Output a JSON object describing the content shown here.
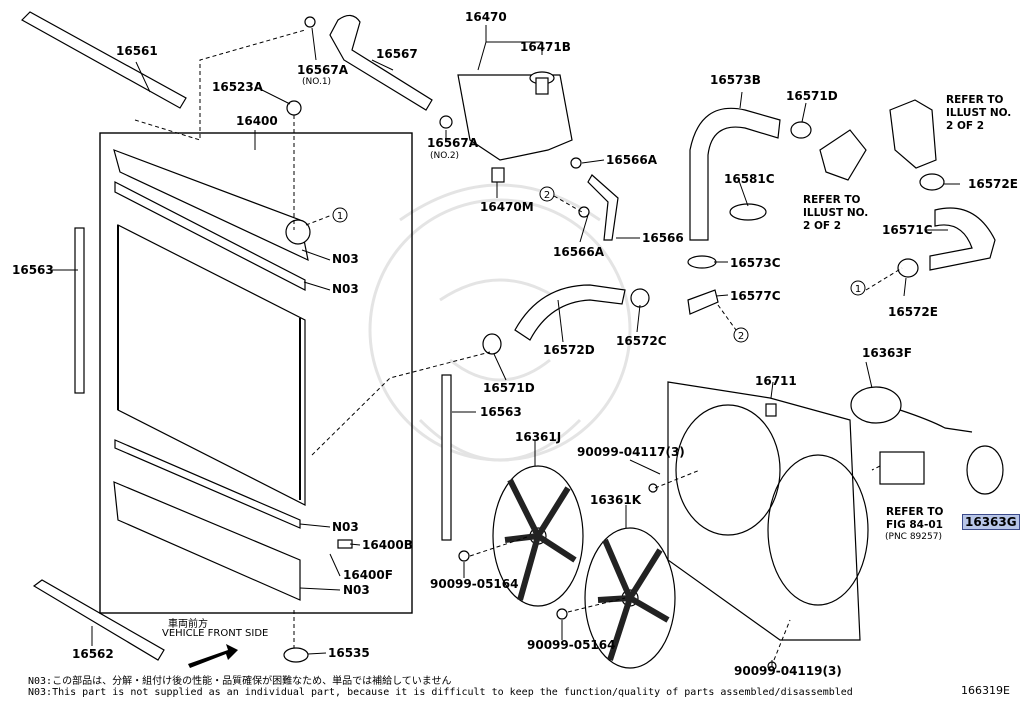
{
  "labels": {
    "p16561": "16561",
    "p16523A": "16523A",
    "p16567A_1": "16567A",
    "no1": "(NO.1)",
    "p16567": "16567",
    "p16470": "16470",
    "p16471B": "16471B",
    "p16573B": "16573B",
    "p16571D_top": "16571D",
    "p16400": "16400",
    "p16567A_2": "16567A",
    "no2": "(NO.2)",
    "p16566A_top": "16566A",
    "p16470M": "16470M",
    "p16581C": "16581C",
    "p16572E_top": "16572E",
    "p16563_left": "16563",
    "n03_1": "N03",
    "n03_2": "N03",
    "p16566A_bot": "16566A",
    "p16566": "16566",
    "p16573C": "16573C",
    "p16571C": "16571C",
    "p16577C": "16577C",
    "p16572E_bot": "16572E",
    "p16572D": "16572D",
    "p16572C": "16572C",
    "p16571D_bot": "16571D",
    "p16363F": "16363F",
    "p16711": "16711",
    "p16563_mid": "16563",
    "p16361J": "16361J",
    "p90099_04117": "90099-04117(3)",
    "p16361K": "16361K",
    "n03_3": "N03",
    "p16400B": "16400B",
    "p16400F": "16400F",
    "n03_4": "N03",
    "p90099_05164_a": "90099-05164",
    "p90099_05164_b": "90099-05164",
    "p16562": "16562",
    "p16535": "16535",
    "p90099_04119": "90099-04119(3)",
    "p16363G": "16363G",
    "pnc": "(PNC 89257)"
  },
  "notes": {
    "refer_top_right": "REFER TO\nILLUST NO.\n2 OF 2",
    "refer_mid": "REFER TO\nILLUST NO.\n2 OF 2",
    "refer_fig": "REFER TO\nFIG 84-01"
  },
  "callouts": {
    "c1": "1",
    "c2": "2"
  },
  "vehicle_front": {
    "jp": "車両前方",
    "en": "VEHICLE FRONT SIDE"
  },
  "footer": {
    "line1": "N03:この部品は、分解・組付け後の性能・品質確保が困難なため、単品では補給していません",
    "line2": "N03:This part is not supplied as an individual part, because it is difficult to keep the function/quality of parts assembled/disassembled"
  },
  "illustration_id": "166319E",
  "colors": {
    "ink": "#000000",
    "highlight": "#b8c6e8",
    "watermark": "#e6e6e6"
  }
}
